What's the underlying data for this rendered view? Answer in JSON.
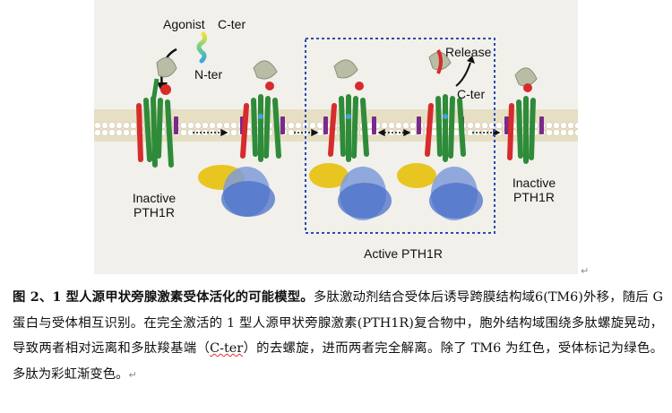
{
  "figure": {
    "labels": {
      "agonist": "Agonist",
      "cter_top": "C-ter",
      "nter": "N-ter",
      "release": "Release",
      "cter_right": "C-ter",
      "inactive_left": "Inactive\nPTH1R",
      "inactive_right": "Inactive\nPTH1R",
      "active": "Active PTH1R"
    },
    "colors": {
      "receptor": "#2e8b3a",
      "tm6": "#d62c2c",
      "g_protein_alpha": "#e8c520",
      "g_protein_beta": "#4a6fc9",
      "membrane_heads": "#ffffff",
      "membrane_core": "#e3dcc0",
      "membrane_marker": "#7a2a8c",
      "active_box": "#2a4bb5"
    }
  },
  "caption": {
    "title": "图 2、1 型人源甲状旁腺激素受体活化的可能模型。",
    "text_a": "多肽激动剂结合受体后诱导跨膜结构域6(TM6)外移，随后 G 蛋白与受体相互识别。在完全激活的 1 型人源甲状旁腺激素(PTH1R)复合物中，胞外结构域围绕多肽螺旋晃动，导致两者相对远离和多肽羧基端（",
    "cter": "C-ter",
    "text_b": "）的去螺旋，进而两者完全解离。除了 TM6 为红色，受体标记为绿色。多肽为彩虹渐变色。"
  }
}
